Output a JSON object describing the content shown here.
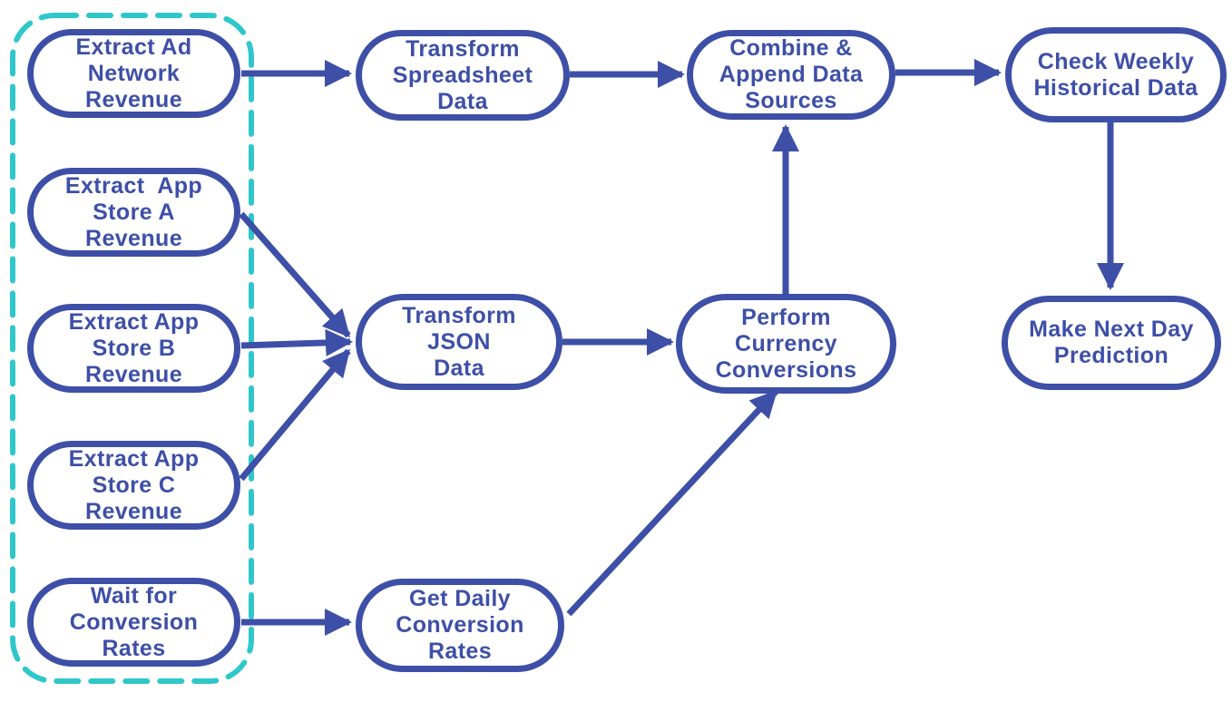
{
  "diagram": {
    "colors": {
      "node_stroke": "#3E4FA7",
      "node_text": "#3E4FA7",
      "arrow": "#3E4FA7",
      "group_border": "#2FC7CA",
      "background": "#FFFFFF"
    },
    "nodes": [
      {
        "id": "extract-ad-network-revenue",
        "label": "Extract Ad\nNetwork\nRevenue"
      },
      {
        "id": "extract-app-store-a-revenue",
        "label": "Extract  App\nStore A\nRevenue"
      },
      {
        "id": "extract-app-store-b-revenue",
        "label": "Extract App\nStore B\nRevenue"
      },
      {
        "id": "extract-app-store-c-revenue",
        "label": "Extract App\nStore C\nRevenue"
      },
      {
        "id": "wait-for-conversion-rates",
        "label": "Wait for\nConversion\nRates"
      },
      {
        "id": "transform-spreadsheet-data",
        "label": "Transform\nSpreadsheet\nData"
      },
      {
        "id": "transform-json-data",
        "label": "Transform\nJSON\nData"
      },
      {
        "id": "get-daily-conversion-rates",
        "label": "Get Daily\nConversion\nRates"
      },
      {
        "id": "combine-append-data-sources",
        "label": "Combine &\nAppend Data\nSources"
      },
      {
        "id": "perform-currency-conversions",
        "label": "Perform\nCurrency\nConversions"
      },
      {
        "id": "check-weekly-historical-data",
        "label": "Check Weekly\nHistorical Data"
      },
      {
        "id": "make-next-day-prediction",
        "label": "Make Next Day\nPrediction"
      }
    ],
    "group": {
      "style": "dashed-teal-rounded-rect",
      "members": [
        "extract-ad-network-revenue",
        "extract-app-store-a-revenue",
        "extract-app-store-b-revenue",
        "extract-app-store-c-revenue",
        "wait-for-conversion-rates"
      ]
    },
    "edges": [
      {
        "from": "extract-ad-network-revenue",
        "to": "transform-spreadsheet-data"
      },
      {
        "from": "transform-spreadsheet-data",
        "to": "combine-append-data-sources"
      },
      {
        "from": "combine-append-data-sources",
        "to": "check-weekly-historical-data"
      },
      {
        "from": "check-weekly-historical-data",
        "to": "make-next-day-prediction"
      },
      {
        "from": "extract-app-store-a-revenue",
        "to": "transform-json-data"
      },
      {
        "from": "extract-app-store-b-revenue",
        "to": "transform-json-data"
      },
      {
        "from": "extract-app-store-c-revenue",
        "to": "transform-json-data"
      },
      {
        "from": "transform-json-data",
        "to": "perform-currency-conversions"
      },
      {
        "from": "perform-currency-conversions",
        "to": "combine-append-data-sources"
      },
      {
        "from": "wait-for-conversion-rates",
        "to": "get-daily-conversion-rates"
      },
      {
        "from": "get-daily-conversion-rates",
        "to": "perform-currency-conversions"
      }
    ]
  }
}
